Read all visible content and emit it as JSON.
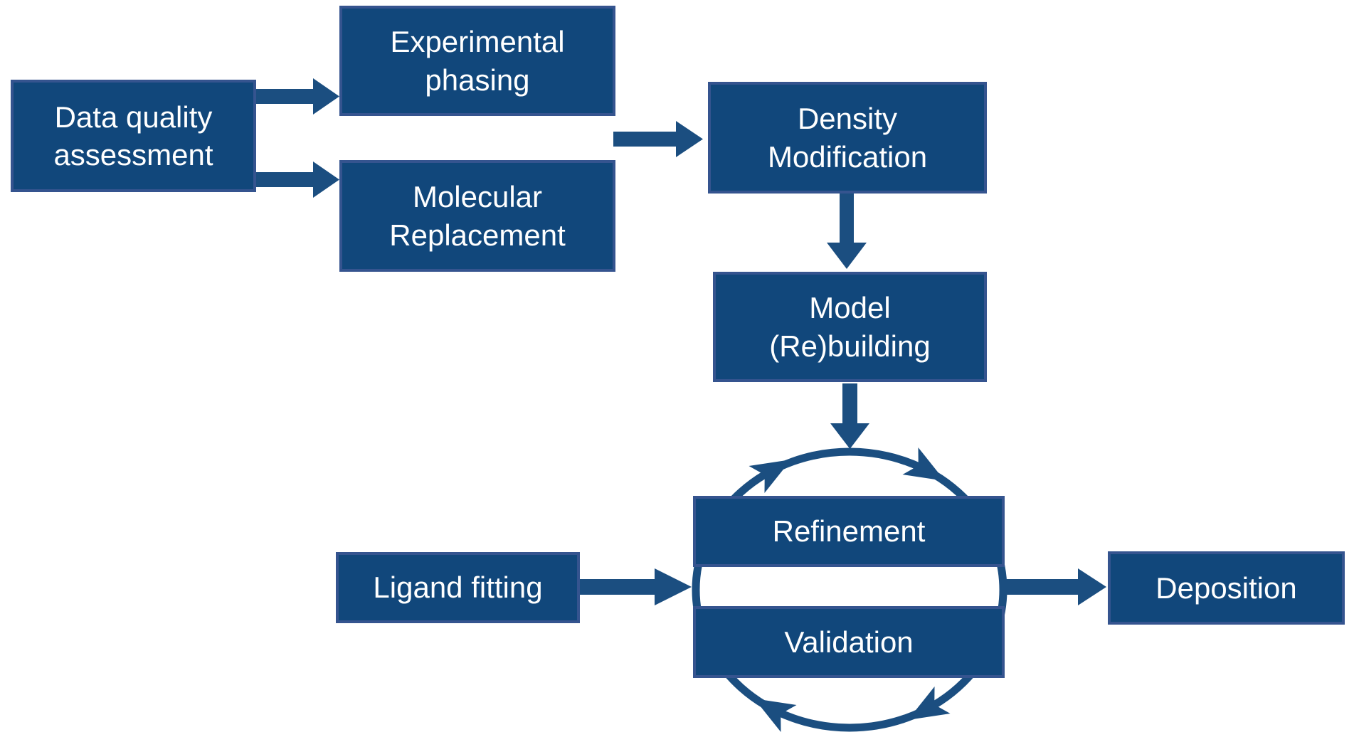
{
  "colors": {
    "background": "#ffffff",
    "box_fill": "#11477b",
    "box_border": "#35548f",
    "arrow": "#1b4e80",
    "text": "#ffffff"
  },
  "nodes": {
    "data_quality": {
      "label": "Data quality\nassessment"
    },
    "experimental_phasing": {
      "label": "Experimental\nphasing"
    },
    "molecular_replacement": {
      "label": "Molecular\nReplacement"
    },
    "density_modification": {
      "label": "Density\nModification"
    },
    "model_rebuilding": {
      "label": "Model\n(Re)building"
    },
    "refinement": {
      "label": "Refinement"
    },
    "validation": {
      "label": "Validation"
    },
    "ligand_fitting": {
      "label": "Ligand fitting"
    },
    "deposition": {
      "label": "Deposition"
    }
  },
  "cycle": {
    "members": [
      "refinement",
      "validation"
    ],
    "direction": "clockwise",
    "arrowhead_count": 4
  },
  "connections": [
    {
      "from": "data_quality",
      "to": "experimental_phasing"
    },
    {
      "from": "data_quality",
      "to": "molecular_replacement"
    },
    {
      "from": "experimental_phasing | molecular_replacement",
      "to": "density_modification"
    },
    {
      "from": "density_modification",
      "to": "model_rebuilding"
    },
    {
      "from": "model_rebuilding",
      "to": "refinement_validation_cycle"
    },
    {
      "from": "ligand_fitting",
      "to": "refinement_validation_cycle"
    },
    {
      "from": "refinement_validation_cycle",
      "to": "deposition"
    }
  ]
}
